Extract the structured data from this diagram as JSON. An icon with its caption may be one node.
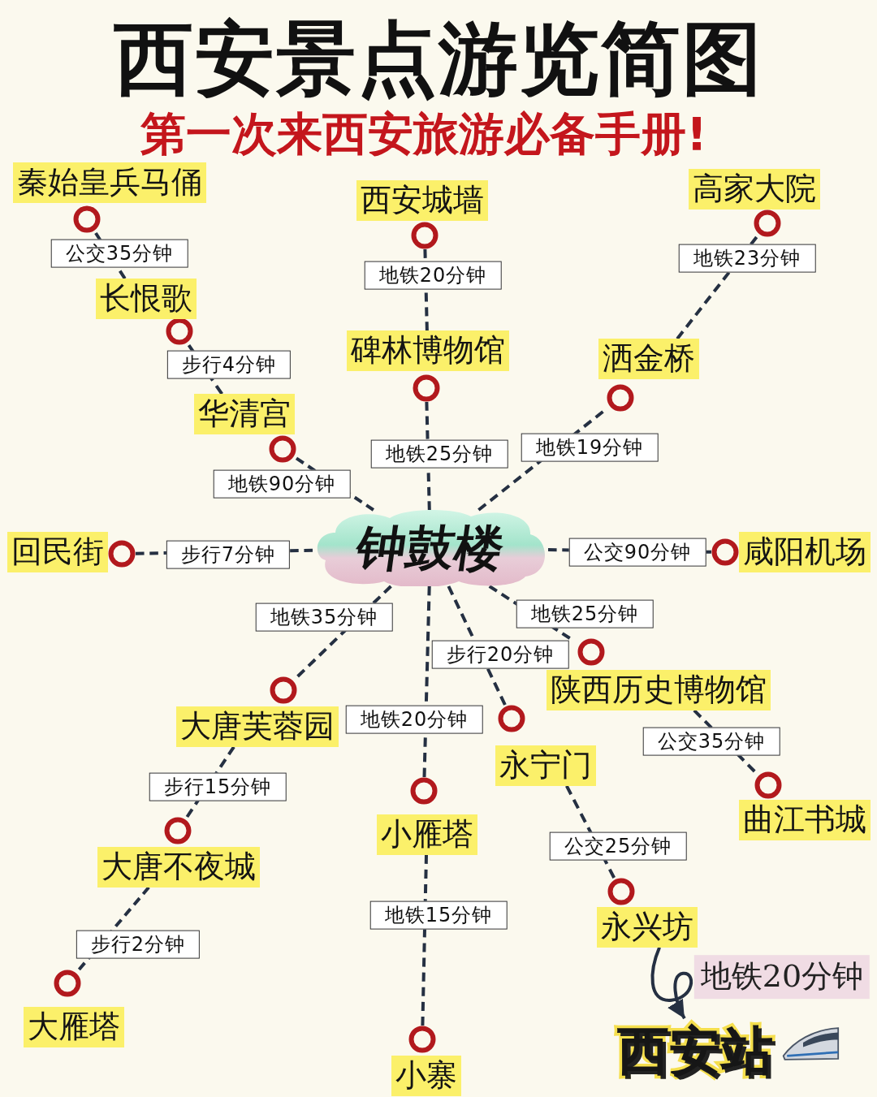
{
  "diagram": {
    "title": "西安景点游览简图",
    "nodes": [
      {
        "text": [
          "秦始皇兵马俑"
        ]
      },
      {
        "text": [
          "西安城墙"
        ]
      },
      {
        "text": [
          "高家大院"
        ]
      },
      {
        "text": [
          "长恨歌"
        ]
      },
      {
        "text": [
          "碑林博物馆"
        ]
      },
      {
        "text": [
          "洒金桥"
        ]
      },
      {
        "text": [
          "华清宫"
        ]
      },
      {
        "text": [
          "钟鼓楼"
        ]
      },
      {
        "text": [
          "回民街"
        ]
      },
      {
        "text": [
          "咸阳机场"
        ]
      },
      {
        "text": [
          "陕西历史博物馆"
        ]
      },
      {
        "text": [
          "大唐芙蓉园"
        ]
      },
      {
        "text": [
          "永宁门"
        ]
      },
      {
        "text": [
          "曲江书城"
        ]
      },
      {
        "text": [
          "小雁塔"
        ]
      },
      {
        "text": [
          "大唐不夜城"
        ]
      },
      {
        "text": [
          "永兴坊"
        ]
      },
      {
        "text": [
          "大雁塔"
        ]
      },
      {
        "text": [
          "小寨"
        ]
      },
      {
        "text": [
          "西安站"
        ]
      }
    ],
    "edges": [
      {
        "from": 7,
        "to": 6,
        "arrow": "none",
        "label": "地铁90分钟",
        "style": "dashed"
      },
      {
        "from": 6,
        "to": 3,
        "arrow": "none",
        "label": "步行4分钟",
        "style": "dashed"
      },
      {
        "from": 3,
        "to": 0,
        "arrow": "none",
        "label": "公交35分钟",
        "style": "dashed"
      },
      {
        "from": 7,
        "to": 4,
        "arrow": "none",
        "label": "地铁25分钟",
        "style": "dashed"
      },
      {
        "from": 4,
        "to": 1,
        "arrow": "none",
        "label": "地铁20分钟",
        "style": "dashed"
      },
      {
        "from": 7,
        "to": 5,
        "arrow": "none",
        "label": "地铁19分钟",
        "style": "dashed"
      },
      {
        "from": 5,
        "to": 2,
        "arrow": "none",
        "label": "地铁23分钟",
        "style": "dashed"
      },
      {
        "from": 7,
        "to": 8,
        "arrow": "none",
        "label": "步行7分钟",
        "style": "dashed"
      },
      {
        "from": 7,
        "to": 9,
        "arrow": "none",
        "label": "公交90分钟",
        "style": "dashed"
      },
      {
        "from": 7,
        "to": 11,
        "arrow": "none",
        "label": "地铁35分钟",
        "style": "dashed"
      },
      {
        "from": 11,
        "to": 15,
        "arrow": "none",
        "label": "步行15分钟",
        "style": "dashed"
      },
      {
        "from": 15,
        "to": 17,
        "arrow": "none",
        "label": "步行2分钟",
        "style": "dashed"
      },
      {
        "from": 7,
        "to": 14,
        "arrow": "none",
        "label": "地铁20分钟",
        "style": "dashed"
      },
      {
        "from": 14,
        "to": 18,
        "arrow": "none",
        "label": "地铁15分钟",
        "style": "dashed"
      },
      {
        "from": 7,
        "to": 12,
        "arrow": "none",
        "label": "步行20分钟",
        "style": "dashed"
      },
      {
        "from": 12,
        "to": 16,
        "arrow": "none",
        "label": "公交25分钟",
        "style": "dashed"
      },
      {
        "from": 7,
        "to": 10,
        "arrow": "none",
        "label": "地铁25分钟",
        "style": "dashed"
      },
      {
        "from": 10,
        "to": 13,
        "arrow": "none",
        "label": "公交35分钟",
        "style": "dashed"
      },
      {
        "from": 16,
        "to": 19,
        "arrow": "to",
        "label": "地铁20分钟"
      }
    ],
    "labels": [
      "第一次来西安旅游必备手册!"
    ]
  }
}
